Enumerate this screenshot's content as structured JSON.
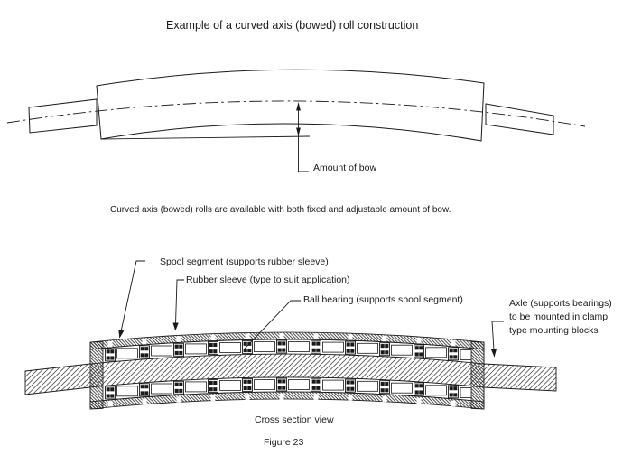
{
  "figure": {
    "title": "Example of a curved axis (bowed) roll construction",
    "top_view": {
      "bow_label": "Amount of bow"
    },
    "description": "Curved axis (bowed) rolls are available with both fixed and adjustable amount of bow.",
    "cross_section": {
      "labels": {
        "spool": "Spool segment (supports rubber sleeve)",
        "rubber": "Rubber sleeve (type to suit application)",
        "bearing": "Ball bearing (supports spool segment)",
        "axle_lines": [
          "Axle (supports bearings)",
          "to be mounted in clamp",
          "type mounting blocks"
        ]
      },
      "caption": "Cross section view"
    },
    "figure_number": "Figure 23",
    "ink_color": "#1a1a1a"
  }
}
